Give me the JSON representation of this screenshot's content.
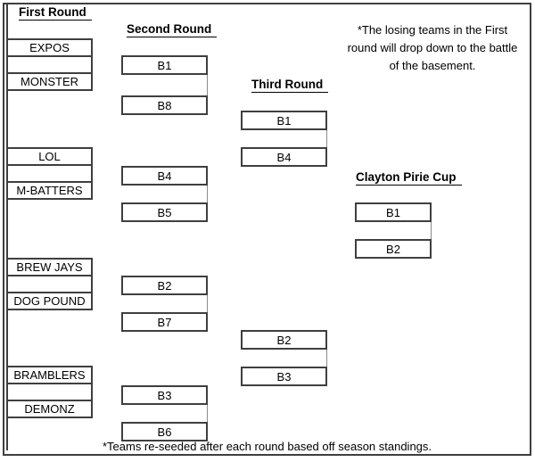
{
  "headings": {
    "first_round": "First Round",
    "second_round": "Second Round",
    "third_round": "Third Round",
    "clayton_cup": "Clayton Pirie Cup"
  },
  "note": {
    "line1": "*The losing teams in the First",
    "line2": "round will drop down to the battle",
    "line3": "of the basement."
  },
  "footer": "*Teams re-seeded after each round based off season standings.",
  "round1": [
    {
      "top": "EXPOS",
      "bottom": "MONSTER"
    },
    {
      "top": "LOL",
      "bottom": "M-BATTERS"
    },
    {
      "top": "BREW JAYS",
      "bottom": "DOG POUND"
    },
    {
      "top": "BRAMBLERS",
      "bottom": "DEMONZ"
    }
  ],
  "round2": [
    {
      "top": "B1",
      "bottom": "B8"
    },
    {
      "top": "B4",
      "bottom": "B5"
    },
    {
      "top": "B2",
      "bottom": "B7"
    },
    {
      "top": "B3",
      "bottom": "B6"
    }
  ],
  "round3": [
    {
      "top": "B1",
      "bottom": "B4"
    },
    {
      "top": "B2",
      "bottom": "B3"
    }
  ],
  "clayton": {
    "top": "B1",
    "bottom": "B2"
  },
  "colors": {
    "border": "#3f3f3f",
    "connector": "#8a8a8a",
    "text": "#000000",
    "background": "#ffffff"
  }
}
